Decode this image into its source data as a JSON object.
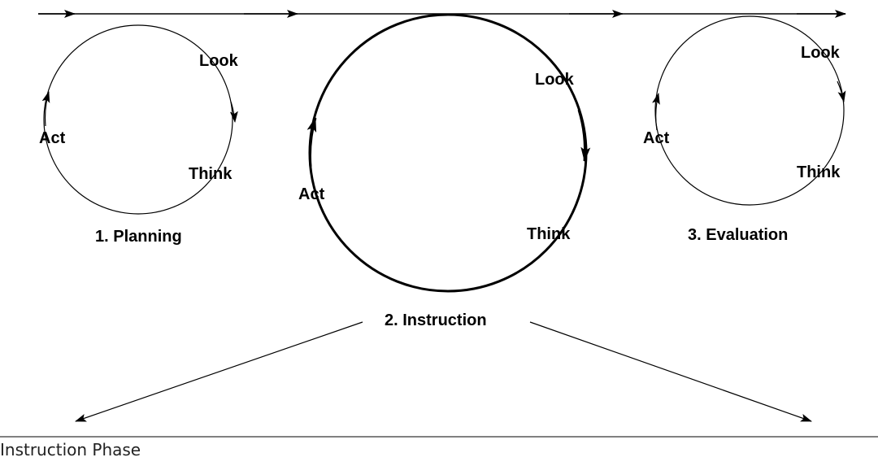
{
  "cycles": [
    {
      "caption": "1. Planning",
      "look": "Look",
      "think": "Think",
      "act": "Act"
    },
    {
      "caption": "2. Instruction",
      "look": "Look",
      "think": "Think",
      "act": "Act"
    },
    {
      "caption": "3. Evaluation",
      "look": "Look",
      "think": "Think",
      "act": "Act"
    }
  ],
  "footer": {
    "title": "Instruction Phase"
  },
  "colors": {
    "stroke": "#000000",
    "background": "#ffffff"
  }
}
